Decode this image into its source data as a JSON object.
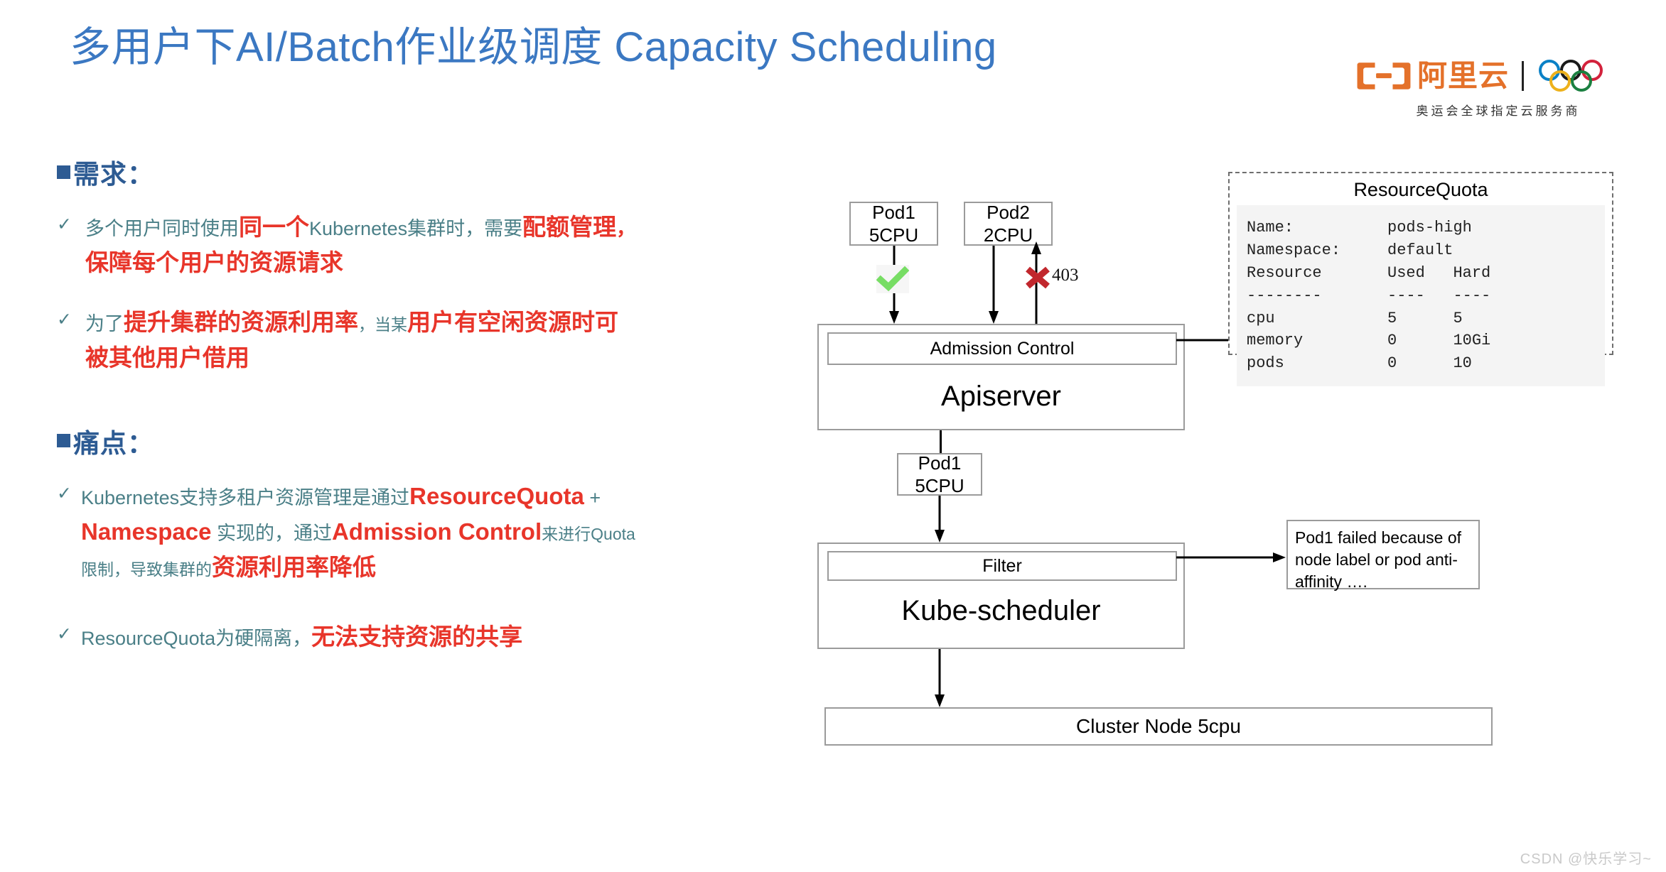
{
  "slide": {
    "title": "多用户下AI/Batch作业级调度 Capacity Scheduling",
    "watermark": "CSDN @快乐学习~"
  },
  "brand": {
    "name": "阿里云",
    "tagline": "奥运会全球指定云服务商",
    "logo_icon": "alibaba-cloud-logo",
    "rings_icon": "olympic-rings-icon",
    "colors": {
      "orange": "#e4712a",
      "title_blue": "#3b78c2",
      "head_blue": "#2d5b93",
      "teal": "#4a7f87",
      "red": "#e8352a"
    }
  },
  "sections": [
    {
      "heading": "需求：",
      "bullets": [
        {
          "marker": "✓",
          "segments": [
            {
              "text": "多个用户同时使用",
              "style": "teal"
            },
            {
              "text": "同一个",
              "style": "red-big"
            },
            {
              "text": "Kubernetes集群时，需要",
              "style": "teal"
            },
            {
              "text": "配额管理",
              "style": "red-big"
            },
            {
              "text": "，",
              "style": "teal"
            },
            {
              "text": "保障每个用户的资源请求",
              "style": "red-big",
              "newline": true
            }
          ]
        },
        {
          "marker": "✓",
          "segments": [
            {
              "text": "为了",
              "style": "teal"
            },
            {
              "text": "提升集群的资源利用率",
              "style": "red-big"
            },
            {
              "text": "，当某",
              "style": "teal"
            },
            {
              "text": "用户有空闲资源时可",
              "style": "red-big"
            },
            {
              "text": "被其他用户借用",
              "style": "red-big",
              "newline": true
            }
          ]
        }
      ]
    },
    {
      "heading": "痛点：",
      "bullets": [
        {
          "marker": "✓",
          "segments": [
            {
              "text": "Kubernetes支持多租户资源管理是通过",
              "style": "teal"
            },
            {
              "text": "ResourceQuota",
              "style": "red-big"
            },
            {
              "text": " +",
              "style": "teal"
            },
            {
              "text": "Namespace",
              "style": "red-big",
              "newline": true
            },
            {
              "text": " 实现的，通过",
              "style": "teal"
            },
            {
              "text": "Admission Control",
              "style": "red-big"
            },
            {
              "text": "来进行Quota",
              "style": "teal-small"
            },
            {
              "text": "限制，导致集群的",
              "style": "teal-small",
              "newline": true
            },
            {
              "text": "资源利用率降低",
              "style": "red-big"
            }
          ]
        },
        {
          "marker": "✓",
          "segments": [
            {
              "text": "ResourceQuota为硬隔离，",
              "style": "teal"
            },
            {
              "text": "无法支持资源的共享",
              "style": "red-big"
            }
          ]
        }
      ]
    }
  ],
  "diagram": {
    "pod1_top": "Pod1\n5CPU",
    "pod2_top": "Pod2\n2CPU",
    "pod1_mid": "Pod1\n5CPU",
    "admission_control": "Admission Control",
    "apiserver": "Apiserver",
    "filter": "Filter",
    "kube_scheduler": "Kube-scheduler",
    "cluster_node": "Cluster Node 5cpu",
    "error_code": "403",
    "check_icon": "green-check-icon",
    "x_icon": "red-x-icon",
    "callout": "Pod1 failed because of node label or pod anti-affinity ….",
    "quota": {
      "title": "ResourceQuota",
      "lines": [
        "Name:          pods-high",
        "Namespace:     default",
        "Resource       Used   Hard",
        "--------       ----   ----",
        "cpu            5      5",
        "memory         0      10Gi",
        "pods           0      10"
      ],
      "rows": [
        {
          "resource": "cpu",
          "used": "5",
          "hard": "5"
        },
        {
          "resource": "memory",
          "used": "0",
          "hard": "10Gi"
        },
        {
          "resource": "pods",
          "used": "0",
          "hard": "10"
        }
      ],
      "name": "pods-high",
      "namespace": "default"
    }
  }
}
